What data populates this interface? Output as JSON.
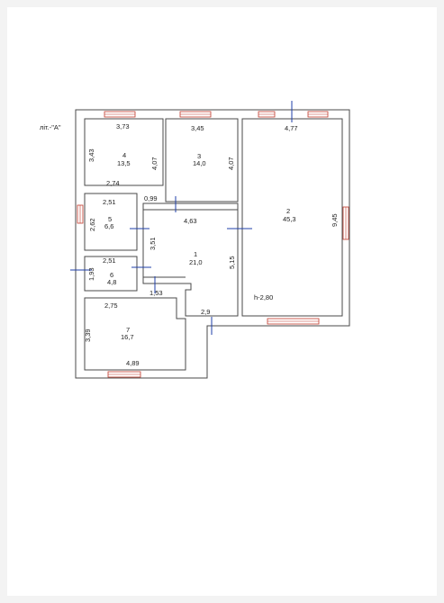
{
  "sheet_label": "літ.-\"А\"",
  "ceiling_height": "h-2,80",
  "rooms": [
    {
      "id": "1",
      "area": "21,0"
    },
    {
      "id": "2",
      "area": "45,3"
    },
    {
      "id": "3",
      "area": "14,0"
    },
    {
      "id": "4",
      "area": "13,5"
    },
    {
      "id": "5",
      "area": "6,6"
    },
    {
      "id": "6",
      "area": "4,8"
    },
    {
      "id": "7",
      "area": "16,7"
    }
  ],
  "dimensions": {
    "room4_top": "3,73",
    "room4_left": "3,43",
    "room4_right": "4,07",
    "room4_bottom": "2,74",
    "room3_top": "3,45",
    "room3_right": "4,07",
    "room2_top": "4,77",
    "room2_right": "9,45",
    "room5_top": "2,51",
    "room5_left": "2,62",
    "room6_top": "2,51",
    "room6_left": "1,93",
    "room7_top": "2,75",
    "room7_left": "3,39",
    "room7_bottom": "4,89",
    "corridor_top_a": "0,99",
    "corridor_top_b": "4,63",
    "corridor_left": "3,51",
    "corridor_right": "5,15",
    "corridor_small": "1,53",
    "entrance": "2,9"
  },
  "colors": {
    "wall": "#4a4a4a",
    "window": "#c0392b",
    "door_mark": "#1f3fa8"
  }
}
